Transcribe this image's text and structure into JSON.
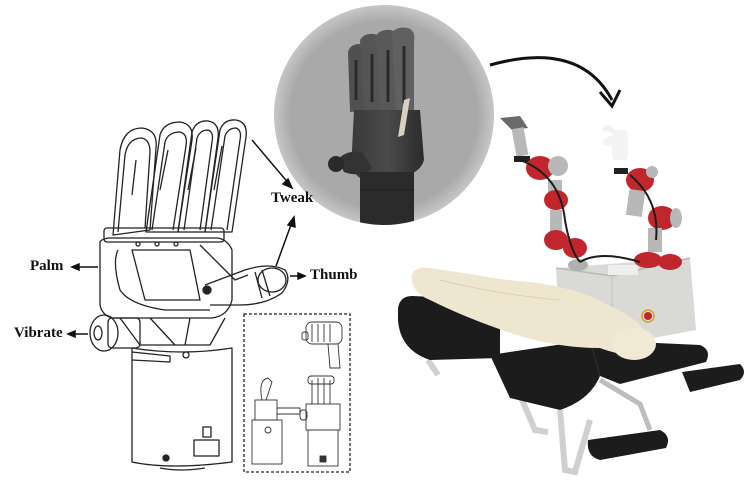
{
  "figure": {
    "panels": [
      {
        "id": "hand-line-drawing",
        "description": "Line drawing of robotic hand"
      },
      {
        "id": "hand-photo-inset",
        "description": "Photo of dark robotic hand in grey circle"
      },
      {
        "id": "robot-system-photo",
        "description": "Dual-arm robot beside treatment bed with mannequin"
      }
    ],
    "labels": {
      "tweak": "Tweak",
      "thumb": "Thumb",
      "palm": "Palm",
      "vibrate": "Vibrate"
    },
    "colors": {
      "inset_circle": "#a9a9a9",
      "robot_arm_red": "#c0262c",
      "robot_arm_grey": "#b8b8b8",
      "bed_black": "#1c1c1c",
      "mannequin": "#efe6cf",
      "base_box": "#d9d9d6",
      "line": "#222222"
    }
  }
}
